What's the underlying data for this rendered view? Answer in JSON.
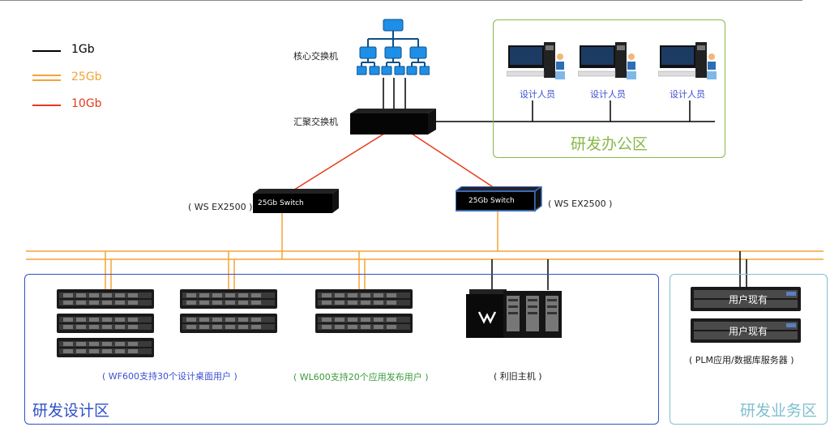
{
  "colors": {
    "line_1gb": "#000000",
    "line_25gb": "#f5a333",
    "line_10gb": "#e8391d",
    "zone_office": "#8ab84a",
    "zone_design": "#3050c8",
    "zone_business": "#7fc0cf",
    "text_blue": "#3a4fd0",
    "text_green": "#3a9a3a"
  },
  "legend": [
    {
      "label": "1Gb"
    },
    {
      "label": "25Gb"
    },
    {
      "label": "10Gb"
    }
  ],
  "core_switch": {
    "label": "核心交换机"
  },
  "agg_switch": {
    "label": "汇聚交换机"
  },
  "switch_left": {
    "box_label": "25Gb Switch",
    "model": "( WS EX2500 )"
  },
  "switch_right": {
    "box_label": "25Gb Switch",
    "model": "( WS EX2500 )"
  },
  "office_zone": {
    "title": "研发办公区",
    "workstations": [
      {
        "label": "设计人员"
      },
      {
        "label": "设计人员"
      },
      {
        "label": "设计人员"
      }
    ]
  },
  "design_zone": {
    "title": "研发设计区",
    "wf600_caption": "( WF600支持30个设计桌面用户 )",
    "wl600_caption": "( WL600支持20个应用发布用户 )",
    "legacy_caption": "( 利旧主机 )"
  },
  "business_zone": {
    "title": "研发业务区",
    "servers": [
      {
        "label": "用户现有"
      },
      {
        "label": "用户现有"
      }
    ],
    "caption": "( PLM应用/数据库服务器 )"
  }
}
